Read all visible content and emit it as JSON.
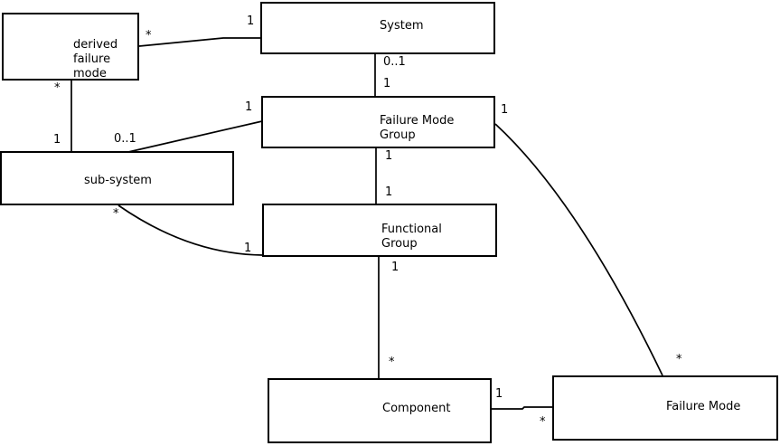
{
  "colors": {
    "background": "#ffffff",
    "line": "#000000",
    "text": "#000000"
  },
  "entities": {
    "derived_failure_mode": {
      "label": "derived\nfailure\nmode"
    },
    "system": {
      "label": "System"
    },
    "failure_mode_group": {
      "label": "Failure Mode\nGroup"
    },
    "sub_system": {
      "label": "sub-system"
    },
    "functional_group": {
      "label": "Functional\nGroup"
    },
    "component": {
      "label": "Component"
    },
    "failure_mode": {
      "label": "Failure Mode"
    }
  },
  "associations": [
    {
      "from": "derived failure mode",
      "to": "System",
      "from_mult": "*",
      "to_mult": "1"
    },
    {
      "from": "System",
      "to": "Failure Mode Group",
      "from_mult": "0..1",
      "to_mult": "1"
    },
    {
      "from": "derived failure mode",
      "to": "sub-system",
      "from_mult": "*",
      "to_mult": "1"
    },
    {
      "from": "sub-system",
      "to": "Failure Mode Group",
      "from_mult": "0..1",
      "to_mult": "1"
    },
    {
      "from": "Failure Mode Group",
      "to": "Functional Group",
      "from_mult": "1",
      "to_mult": "1"
    },
    {
      "from": "sub-system",
      "to": "Functional Group",
      "from_mult": "*",
      "to_mult": "1"
    },
    {
      "from": "Functional Group",
      "to": "Component",
      "from_mult": "1",
      "to_mult": "*"
    },
    {
      "from": "Failure Mode Group",
      "to": "Failure Mode",
      "from_mult": "1",
      "to_mult": "*"
    },
    {
      "from": "Component",
      "to": "Failure Mode",
      "from_mult": "1",
      "to_mult": "*"
    }
  ]
}
